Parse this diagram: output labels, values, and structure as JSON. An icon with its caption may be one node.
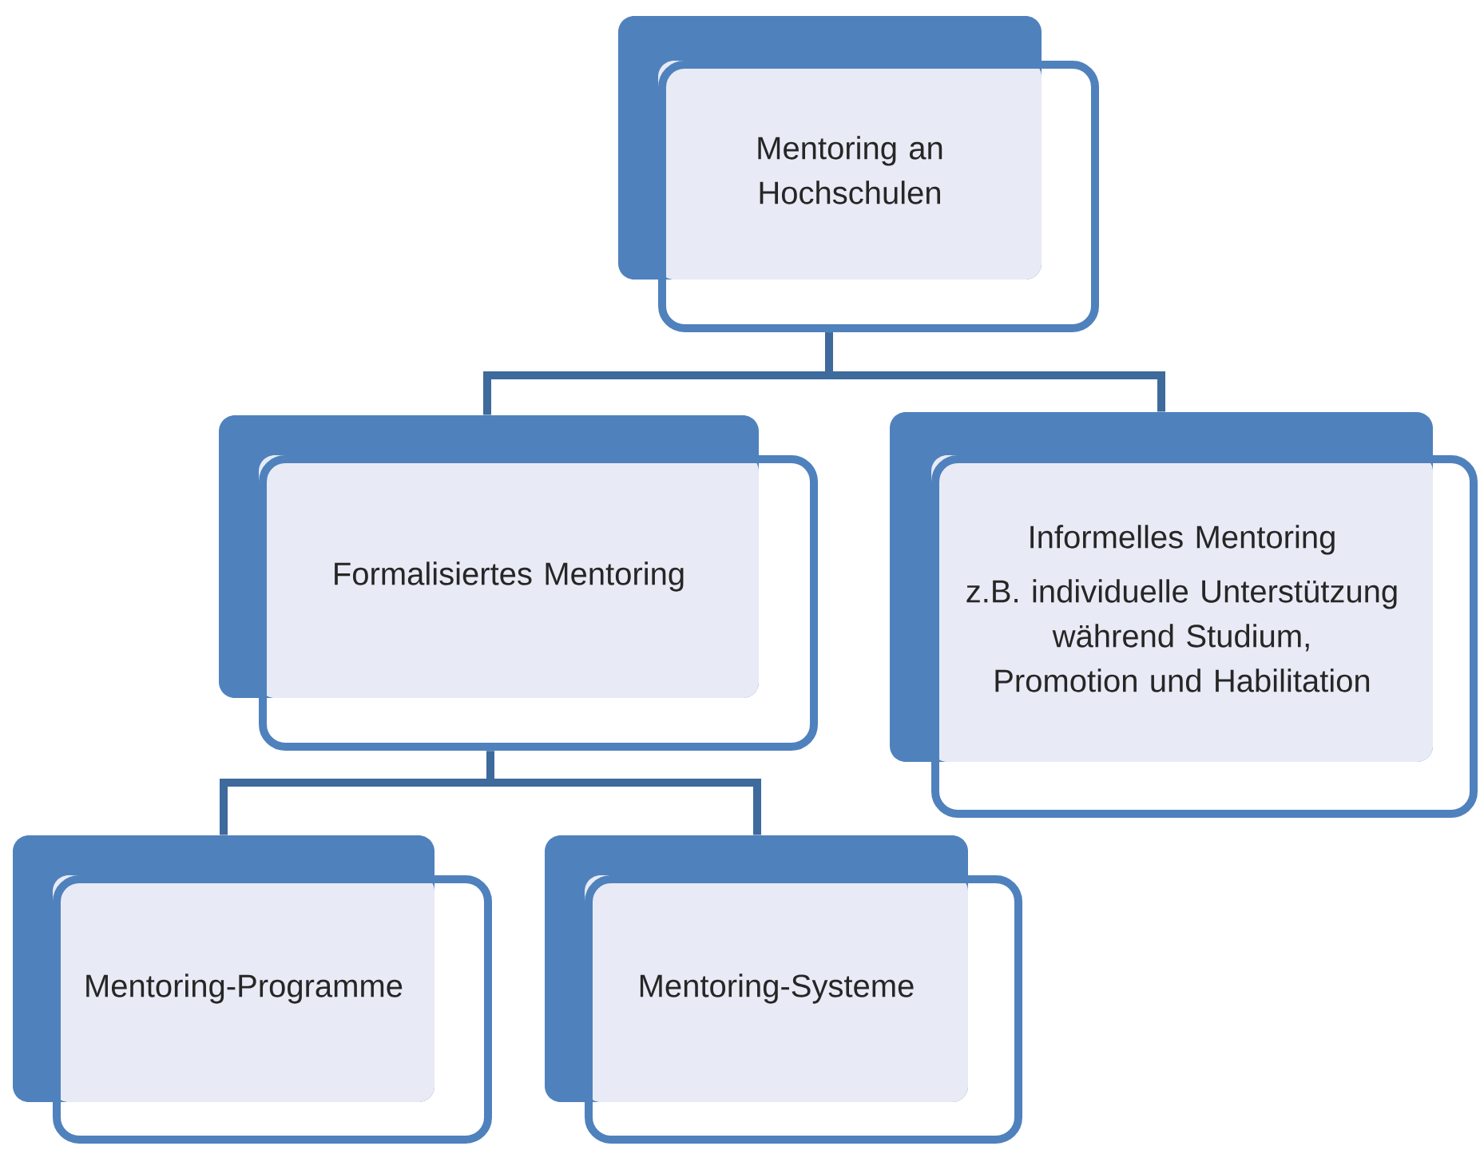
{
  "diagram": {
    "nodes": [
      {
        "text": [
          "Mentoring an Hochschulen"
        ]
      },
      {
        "text": [
          "Formalisiertes Mentoring"
        ]
      },
      {
        "text": [
          "Informelles Mentoring",
          "z.B. individuelle Unterstützung während Studium, Promotion und Habilitation"
        ]
      },
      {
        "text": [
          "Mentoring-Programme"
        ]
      },
      {
        "text": [
          "Mentoring-Systeme"
        ]
      }
    ],
    "edges": [
      {
        "from": 0,
        "to": 1,
        "arrow": "none"
      },
      {
        "from": 0,
        "to": 2,
        "arrow": "none"
      },
      {
        "from": 1,
        "to": 3,
        "arrow": "none"
      },
      {
        "from": 1,
        "to": 4,
        "arrow": "none"
      }
    ]
  }
}
